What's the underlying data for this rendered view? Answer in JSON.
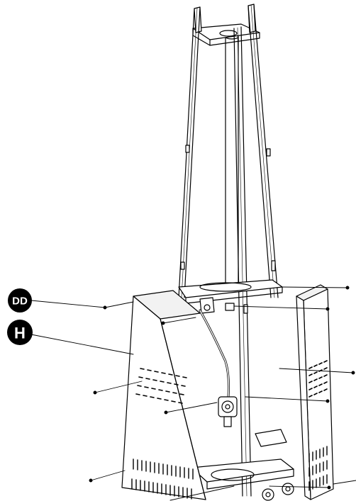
{
  "callouts": [
    {
      "id": "dd",
      "label": "DD"
    },
    {
      "id": "h",
      "label": "H"
    }
  ],
  "colors": {
    "ink": "#000000",
    "paper": "#ffffff",
    "shade": "#f2f2f2"
  }
}
